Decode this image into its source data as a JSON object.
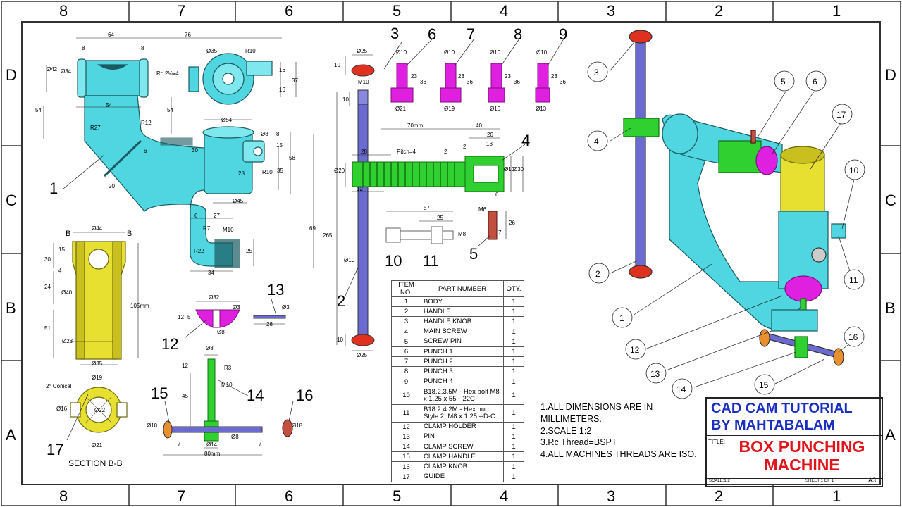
{
  "zones": {
    "columns": [
      "8",
      "7",
      "6",
      "5",
      "4",
      "3",
      "2",
      "1"
    ],
    "rows": [
      "D",
      "C",
      "B",
      "A"
    ]
  },
  "part_labels": {
    "p1": "1",
    "p2": "2",
    "p3": "3",
    "p4": "4",
    "p5": "5",
    "p6": "6",
    "p7": "7",
    "p8": "8",
    "p9": "9",
    "p10": "10",
    "p11": "11",
    "p12": "12",
    "p13": "13",
    "p14": "14",
    "p15": "15",
    "p16": "16",
    "p17": "17"
  },
  "dims": {
    "body": [
      "64",
      "76",
      "8",
      "8",
      "Ø42",
      "Ø34",
      "54",
      "Rc 2¼x4",
      "Ø35",
      "R10",
      "16",
      "37",
      "16",
      "54",
      "54",
      "R27",
      "R12",
      "Ø54",
      "8",
      "15",
      "58",
      "30",
      "28",
      "R10",
      "35",
      "20",
      "Ø45",
      "27",
      "6",
      "R7",
      "M10",
      "69",
      "R22",
      "25",
      "34",
      "Ø8",
      "6"
    ],
    "guide": [
      "Ø44",
      "B",
      "B",
      "30",
      "15",
      "4",
      "24",
      "Ø40",
      "51",
      "Ø23",
      "105mm",
      "Ø35"
    ],
    "section": [
      "2° Conical",
      "Ø19",
      "Ø16",
      "Ø22",
      "Ø21",
      "SECTION B-B"
    ],
    "knob": [
      "Ø25",
      "10"
    ],
    "punches": [
      {
        "d": "Ø10",
        "h1": "23",
        "h2": "36",
        "base": "Ø21"
      },
      {
        "d": "Ø10",
        "h1": "23",
        "h2": "36",
        "base": "Ø19"
      },
      {
        "d": "Ø10",
        "h1": "23",
        "h2": "36",
        "base": "Ø16"
      },
      {
        "d": "Ø10",
        "h1": "23",
        "h2": "36",
        "base": "Ø13"
      }
    ],
    "handle": [
      "M10",
      "10",
      "265",
      "Ø10",
      "10",
      "Ø25"
    ],
    "screw": [
      "70mm",
      "40",
      "20",
      "13",
      "28",
      "Pitch=4",
      "2",
      "2",
      "Ø20",
      "Ø10",
      "Ø30",
      "12",
      "6"
    ],
    "bolt": [
      "57",
      "25",
      "M8"
    ],
    "pin5": [
      "M6",
      "7",
      "26"
    ],
    "holder": [
      "Ø32",
      "Ø3",
      "12",
      "5",
      "Ø8"
    ],
    "pin13": [
      "Ø3",
      "28"
    ],
    "clampscrew": [
      "Ø8",
      "12",
      "R3",
      "45",
      "M10",
      "Ø18",
      "7",
      "Ø14",
      "Ø8",
      "80mm",
      "7",
      "Ø18"
    ]
  },
  "bom": {
    "headers": [
      "ITEM NO.",
      "PART NUMBER",
      "QTY."
    ],
    "rows": [
      [
        "1",
        "BODY",
        "1"
      ],
      [
        "2",
        "HANDLE",
        "1"
      ],
      [
        "3",
        "HANDLE KNOB",
        "1"
      ],
      [
        "4",
        "MAIN SCREW",
        "1"
      ],
      [
        "5",
        "SCREW PIN",
        "1"
      ],
      [
        "6",
        "PUNCH 1",
        "1"
      ],
      [
        "7",
        "PUNCH 2",
        "1"
      ],
      [
        "8",
        "PUNCH 3",
        "1"
      ],
      [
        "9",
        "PUNCH 4",
        "1"
      ],
      [
        "10",
        "B18.2.3.5M - Hex bolt M8 x 1.25 x 55 --22C",
        "1"
      ],
      [
        "11",
        "B18.2.4.2M - Hex nut, Style 2,  M8 x 1.25 --D-C",
        "1"
      ],
      [
        "12",
        "CLAMP HOLDER",
        "1"
      ],
      [
        "13",
        "PIN",
        "1"
      ],
      [
        "14",
        "CLAMP SCREW",
        "1"
      ],
      [
        "15",
        "CLAMP HANDLE",
        "1"
      ],
      [
        "16",
        "CLAMP KNOB",
        "1"
      ],
      [
        "17",
        "GUIDE",
        "1"
      ]
    ]
  },
  "notes": [
    "1.ALL DIMENSIONS ARE IN MILLIMETERS.",
    "2.SCALE 1:2",
    "3.Rc Thread=BSPT",
    "4.ALL MACHINES THREADS ARE ISO."
  ],
  "title_block": {
    "author_line1": "CAD CAM TUTORIAL",
    "author_line2": "BY MAHTABALAM",
    "title_label": "TITLE:",
    "title": "BOX PUNCHING MACHINE",
    "scale": "SCALE:1:2",
    "sheet": "SHEET 1 OF 1",
    "size": "A3"
  },
  "colors": {
    "body": "#4fd6e0",
    "guide": "#e8e030",
    "punch": "#e020e0",
    "handle": "#6a6ad0",
    "knob": "#e03020",
    "screw": "#30d030",
    "border": "#333333"
  },
  "balloons": [
    "3",
    "4",
    "5",
    "6",
    "17",
    "10",
    "2",
    "1",
    "11",
    "12",
    "13",
    "14",
    "15",
    "16"
  ]
}
